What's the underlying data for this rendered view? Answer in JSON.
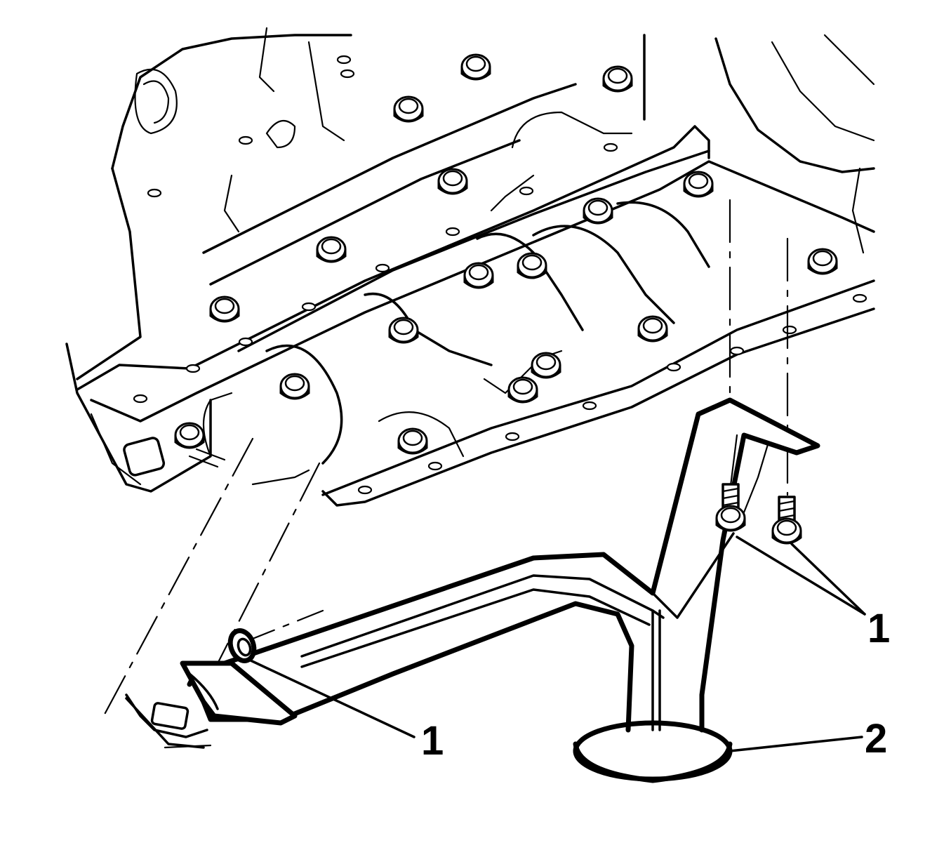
{
  "callouts": {
    "bolts_right": "1",
    "seal_left": "1",
    "pickup_screen": "2"
  },
  "colors": {
    "ink": "#000000",
    "paper": "#ffffff"
  }
}
